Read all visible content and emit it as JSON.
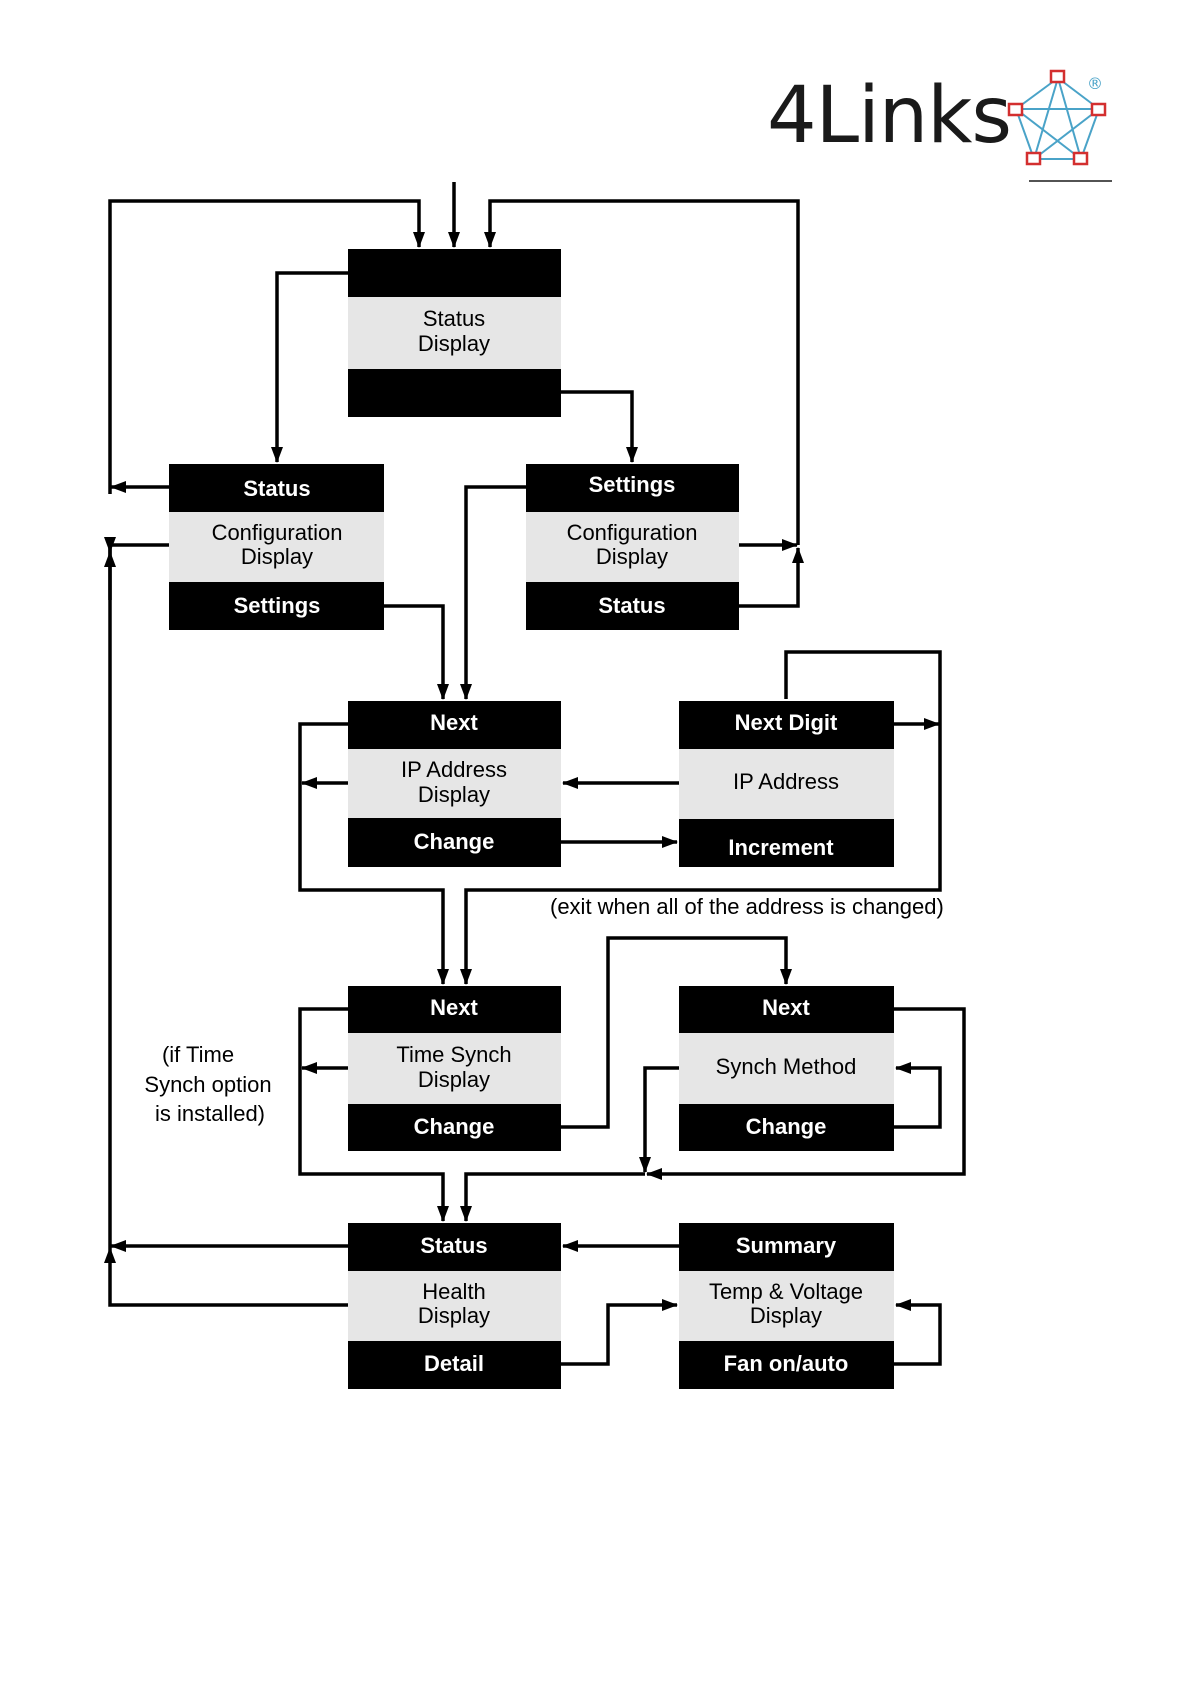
{
  "logo": {
    "text": "4Links",
    "registered_mark": "®",
    "accent_color": "#d32f2f",
    "line_color": "#4aa3c8"
  },
  "boxes": {
    "status_display": {
      "top": "",
      "middle": [
        "Status",
        "Display"
      ],
      "bottom": ""
    },
    "status_config": {
      "top": "Status",
      "middle": [
        "Configuration",
        "Display"
      ],
      "bottom": "Settings"
    },
    "settings_config": {
      "top": "Settings",
      "middle": [
        "Configuration",
        "Display"
      ],
      "bottom": "Status"
    },
    "ip_display": {
      "top": "Next",
      "middle": [
        "IP Address",
        "Display"
      ],
      "bottom": "Change"
    },
    "ip_edit": {
      "top": "Next Digit",
      "middle": [
        "IP Address"
      ],
      "bottom": "Increment"
    },
    "time_synch": {
      "top": "Next",
      "middle": [
        "Time Synch",
        "Display"
      ],
      "bottom": "Change"
    },
    "synch_method": {
      "top": "Next",
      "middle": [
        "Synch Method"
      ],
      "bottom": "Change"
    },
    "health": {
      "top": "Status",
      "middle": [
        "Health",
        "Display"
      ],
      "bottom": "Detail"
    },
    "temp_voltage": {
      "top": "Summary",
      "middle": [
        "Temp & Voltage",
        "Display"
      ],
      "bottom": "Fan on/auto"
    }
  },
  "notes": {
    "exit_note": "(exit when all of the address is changed)",
    "time_option_note": [
      "(if Time",
      "Synch option",
      "is installed)"
    ]
  },
  "colors": {
    "bar": "#000000",
    "middle": "#e6e6e6",
    "line": "#000000"
  }
}
